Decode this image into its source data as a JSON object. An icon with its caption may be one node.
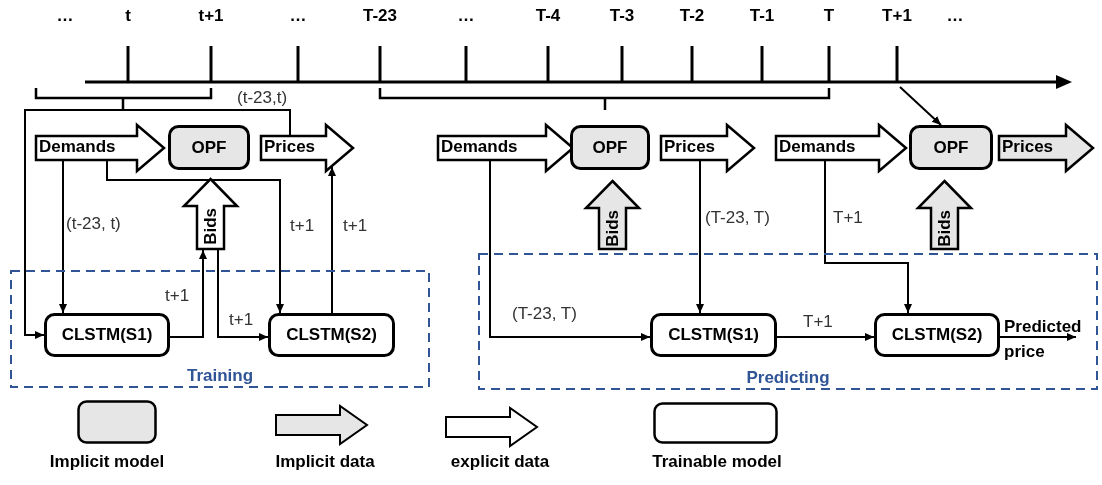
{
  "diagram": {
    "nodes": [
      {
        "text": [],
        "shape": "bracket"
      },
      {
        "text": [
          "Demands"
        ]
      },
      {
        "text": [
          "OPF"
        ]
      },
      {
        "text": [
          "Prices"
        ]
      },
      {
        "text": [
          "Bids"
        ]
      },
      {
        "text": [
          "Demands"
        ]
      },
      {
        "text": [
          "OPF"
        ]
      },
      {
        "text": [
          "Prices"
        ]
      },
      {
        "text": [
          "Bids"
        ]
      },
      {
        "text": [
          "Demands"
        ]
      },
      {
        "text": [
          "OPF"
        ]
      },
      {
        "text": [
          "Prices"
        ]
      },
      {
        "text": [
          "Bids"
        ]
      },
      {
        "text": [
          "Training"
        ]
      },
      {
        "text": [
          "CLSTM(S1)"
        ],
        "in": 13
      },
      {
        "text": [
          "CLSTM(S2)"
        ],
        "in": 13
      },
      {
        "text": [
          "Predicting"
        ]
      },
      {
        "text": [
          "CLSTM(S1)"
        ],
        "in": 16
      },
      {
        "text": [
          "CLSTM(S2)"
        ],
        "in": 16
      }
    ],
    "edges": [
      {
        "from": 0,
        "to": 14,
        "arrow": "to"
      },
      {
        "from": 0,
        "to": 3,
        "arrow": "none",
        "label": "(t-23,t)"
      },
      {
        "from": 1,
        "to": 14,
        "arrow": "to",
        "label": "(t-23, t)"
      },
      {
        "from": 1,
        "to": 15,
        "arrow": "to",
        "label": "t+1"
      },
      {
        "from": 14,
        "to": 4,
        "arrow": "to",
        "label": "t+1"
      },
      {
        "from": 4,
        "to": 15,
        "arrow": "to",
        "label": "t+1"
      },
      {
        "from": 15,
        "to": 3,
        "arrow": "to",
        "label": "t+1"
      },
      {
        "from": 5,
        "to": 17,
        "arrow": "to",
        "label": "(T-23, T)"
      },
      {
        "from": 7,
        "to": 17,
        "arrow": "to",
        "label": "(T-23, T)"
      },
      {
        "from": 17,
        "to": 18,
        "arrow": "to",
        "label": "T+1"
      },
      {
        "from": 9,
        "to": 18,
        "arrow": "to",
        "label": "T+1"
      },
      {
        "from": 18,
        "to": null,
        "arrow": "to",
        "label": "Predicted price"
      },
      {
        "from": null,
        "to": 10,
        "arrow": "to"
      }
    ],
    "labels": [
      "…",
      "t",
      "t+1",
      "…",
      "T-23",
      "…",
      "T-4",
      "T-3",
      "T-2",
      "T-1",
      "T",
      "T+1",
      "…"
    ],
    "legend": [
      {
        "text": "Implicit model",
        "color": "#e6e6e6"
      },
      {
        "text": "Implicit data",
        "color": "#e6e6e6"
      },
      {
        "text": "explicit data"
      },
      {
        "text": "Trainable model"
      }
    ]
  }
}
